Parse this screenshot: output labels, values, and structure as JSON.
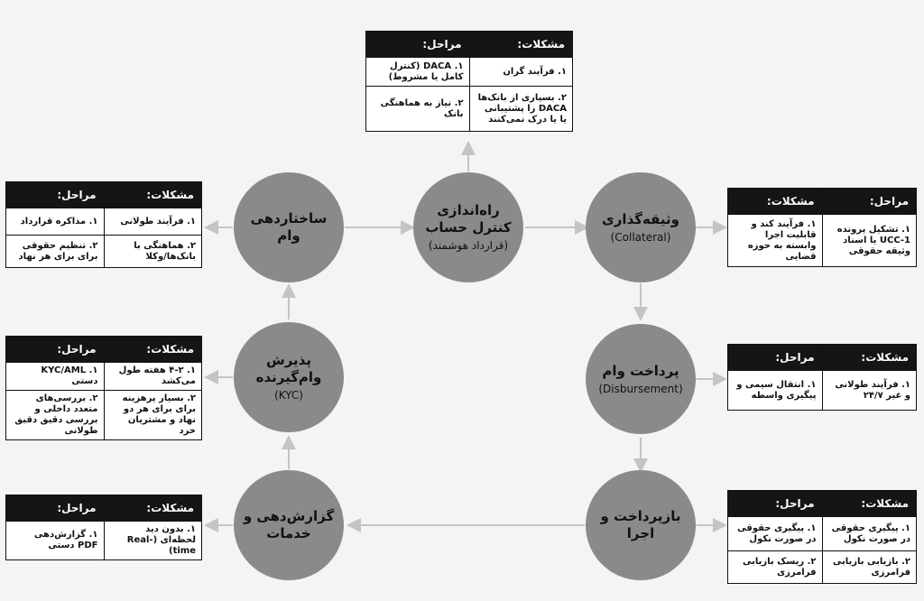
{
  "headers": {
    "problems": "مشکلات:",
    "steps": "مراحل:"
  },
  "nodes": {
    "structuring": {
      "title": "ساختاردهی وام",
      "sub": ""
    },
    "control": {
      "title": "راه‌اندازی کنترل حساب",
      "sub": "(قرارداد هوشمند)"
    },
    "collateral": {
      "title": "وثیقه‌گذاری",
      "sub": "(Collateral)"
    },
    "kyc": {
      "title": "پذیرش وام‌گیرنده",
      "sub": "(KYC)"
    },
    "disbursement": {
      "title": "پرداخت وام",
      "sub": "(Disbursement)"
    },
    "reporting": {
      "title": "گزارش‌دهی و خدمات",
      "sub": ""
    },
    "repayment": {
      "title": "بازپرداخت و اجرا",
      "sub": ""
    }
  },
  "tables": {
    "control": {
      "rows": [
        {
          "problem": "۱. فرآیند گران",
          "step": "۱. DACA (کنترل کامل یا مشروط)"
        },
        {
          "problem": "۲. بسیاری از بانک‌ها DACA را پشتیبانی یا یا درک نمی‌کنند",
          "step": "۲. نیاز به هماهنگی بانک"
        }
      ]
    },
    "structuring": {
      "rows": [
        {
          "problem": "۱. فرآیند طولانی",
          "step": "۱. مذاکره قرارداد"
        },
        {
          "problem": "۲. هماهنگی با بانک‌ها/وکلا",
          "step": "۲. تنظیم حقوقی برای برای هر نهاد"
        }
      ]
    },
    "collateral": {
      "rows": [
        {
          "step": "۱. تشکیل پرونده UCC-1 یا اسناد وثیقه حقوقی",
          "problem": "۱. فرآیند کند و قابلیت اجرا وابسته به حوزه قضایی"
        }
      ]
    },
    "kyc": {
      "rows": [
        {
          "problem": "۱. ۴-۲ هفته طول می‌کشد",
          "step": "۱. KYC/AML دستی"
        },
        {
          "problem": "۲. بسیار پرهزینه برای برای هر دو نهاد و مشتریان خرد",
          "step": "۲. بررسی‌های متعدد داخلی و بررسی دقیق دقیق طولانی"
        }
      ]
    },
    "disbursement": {
      "rows": [
        {
          "problem": "۱. فرآیند طولانی و غیر ۲۴/۷",
          "step": "۱. انتقال سیمی و پیگیری واسطه"
        }
      ]
    },
    "reporting": {
      "rows": [
        {
          "problem": "۱. بدون دید لحظه‌ای (Real-time)",
          "step": "۱. گزارش‌دهی PDF دستی"
        }
      ]
    },
    "repayment": {
      "rows": [
        {
          "problem": "۱. پیگیری حقوقی در صورت نکول",
          "step": "۱. پیگیری حقوقی در صورت نکول"
        },
        {
          "problem": "۲. بازیابی بازیابی فرامرزی",
          "step": "۲. ریسک بازیابی فرامرزی"
        }
      ]
    }
  }
}
